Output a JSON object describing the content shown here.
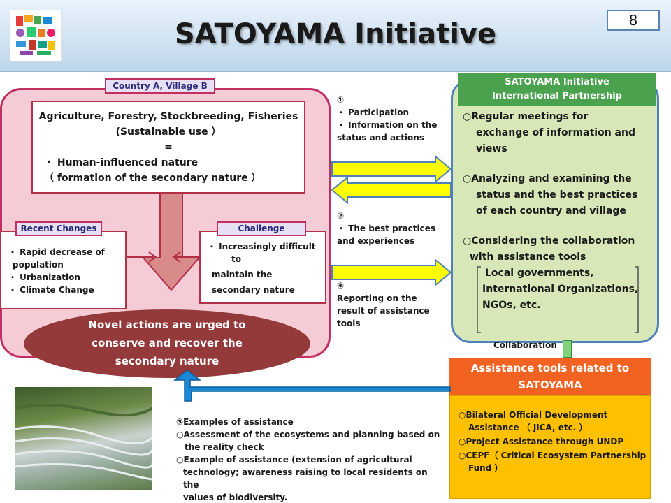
{
  "header": {
    "title": "SATOYAMA Initiative",
    "page_number": "8"
  },
  "country": {
    "tag": "Country A, Village B",
    "agri_line1": "Agriculture, Forestry, Stockbreeding, Fisheries",
    "agri_line2": "(Sustainable use ）",
    "agri_line3": "=",
    "agri_line4": "・ Human-influenced nature",
    "agri_line5": "（ formation of the secondary nature ）",
    "recent_tag": "Recent Changes",
    "recent_items": [
      "・ Rapid decrease of",
      "population",
      "・ Urbanization",
      "・ Climate Change"
    ],
    "challenge_tag": "Challenge",
    "challenge_items": [
      "・ Increasingly difficult",
      "to",
      "maintain the",
      "secondary nature"
    ],
    "novel_line1": "Novel actions are urged to",
    "novel_line2": "conserve and recover the",
    "novel_line3": "secondary nature"
  },
  "flows": {
    "f1_num": "①",
    "f1_lines": [
      "・ Participation",
      "・ Information on the",
      "status and actions"
    ],
    "f2_num": "②",
    "f2_lines": [
      "・ The best practices",
      "and experiences"
    ],
    "f4_num": "④",
    "f4_lines": [
      "Reporting on the",
      "result of assistance",
      "tools"
    ]
  },
  "intl": {
    "tag_line1": "SATOYAMA Initiative",
    "tag_line2": "International Partnership",
    "p1": [
      "○Regular meetings for",
      "exchange of information and",
      "views"
    ],
    "p2": [
      "○Analyzing and examining the",
      "status and the best practices",
      "of each country and village"
    ],
    "p3": [
      "○Considering the collaboration",
      "with assistance tools"
    ],
    "bracket_lines": [
      "Local governments,",
      "International Organizations,",
      "NGOs, etc."
    ]
  },
  "collaboration": "Collaboration",
  "assistance": {
    "header_line1": "Assistance tools related to",
    "header_line2": "SATOYAMA",
    "items": [
      "○Bilateral Official Development",
      "Assistance （ JICA, etc. ）",
      "○Project Assistance through UNDP",
      "○CEPF（ Critical Ecosystem Partnership",
      "Fund ）"
    ]
  },
  "examples": {
    "lines": [
      "③Examples of  assistance",
      "○Assessment of the ecosystems and planning based on",
      "the reality check",
      "○Example of assistance (extension of agricultural",
      "technology; awareness raising to local residents on the",
      "values of biodiversity."
    ]
  },
  "colors": {
    "country_fill": "#f5ccd6",
    "intl_fill": "#d7e7b7",
    "assist_header": "#f26322",
    "assist_body": "#ffc000",
    "arrow_yellow": "#ffff00",
    "arrow_blue": "#1c89d6"
  }
}
